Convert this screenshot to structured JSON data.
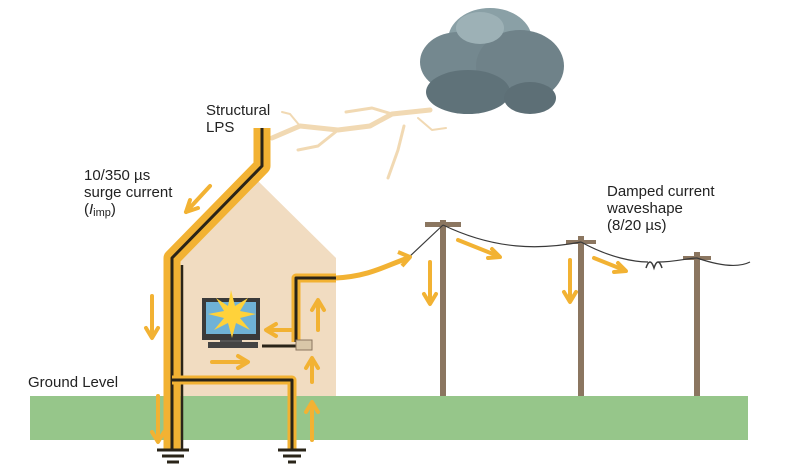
{
  "labels": {
    "structural_lps": [
      "Structural",
      "LPS"
    ],
    "surge_current": {
      "line1": "10/350 µs",
      "line2": "surge current",
      "line3_open": "(",
      "line3_italic": "I",
      "line3_sub": "imp",
      "line3_close": ")"
    },
    "damped_current": [
      "Damped current",
      "waveshape",
      "(8/20 µs)"
    ],
    "ground_level": "Ground Level"
  },
  "colors": {
    "current_path": "#f2b233",
    "conductor": "#2a2418",
    "house_fill": "#f1dcc1",
    "ground": "#96c68a",
    "pole": "#8b7660",
    "cloud": "#6f8289",
    "lightning": "#f1d9b3",
    "monitor_screen": "#6fb2d6",
    "spark": "#ffd23a"
  },
  "icons": {
    "cloud": "storm-cloud-icon",
    "lightning": "lightning-bolt-icon",
    "computer": "computer-icon",
    "ground": "earth-ground-icon"
  }
}
